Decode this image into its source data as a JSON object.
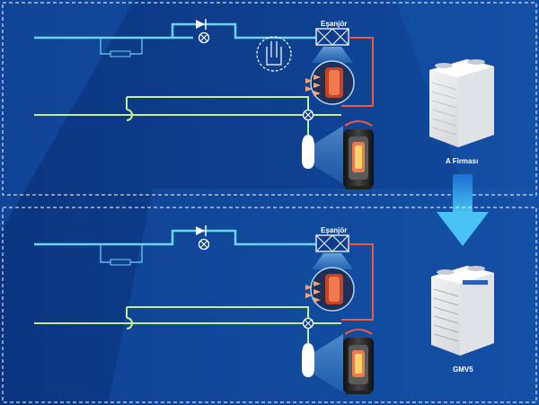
{
  "colors": {
    "background": "#0d3d8c",
    "background_light": "#1a5bb0",
    "pipe_blue": "#6fd3f5",
    "pipe_green": "#c7f08a",
    "pipe_red": "#f05a3a",
    "arrow": "#3fb4f0",
    "frame": "#ffffff"
  },
  "panels": [
    {
      "heat_exchanger_label": "Eşanjör",
      "unit_label": "A Firması",
      "has_oil_separator": true,
      "icons": [
        "check-valve-icon",
        "solenoid-valve-icon",
        "heat-exchanger-icon",
        "oil-separator-icon",
        "four-way-valve-icon",
        "accumulator-icon",
        "compressor-icon",
        "outdoor-unit-icon"
      ]
    },
    {
      "heat_exchanger_label": "Eşanjör",
      "unit_label": "GMV5",
      "has_oil_separator": false,
      "icons": [
        "check-valve-icon",
        "solenoid-valve-icon",
        "heat-exchanger-icon",
        "four-way-valve-icon",
        "accumulator-icon",
        "compressor-icon",
        "outdoor-unit-icon"
      ]
    }
  ]
}
